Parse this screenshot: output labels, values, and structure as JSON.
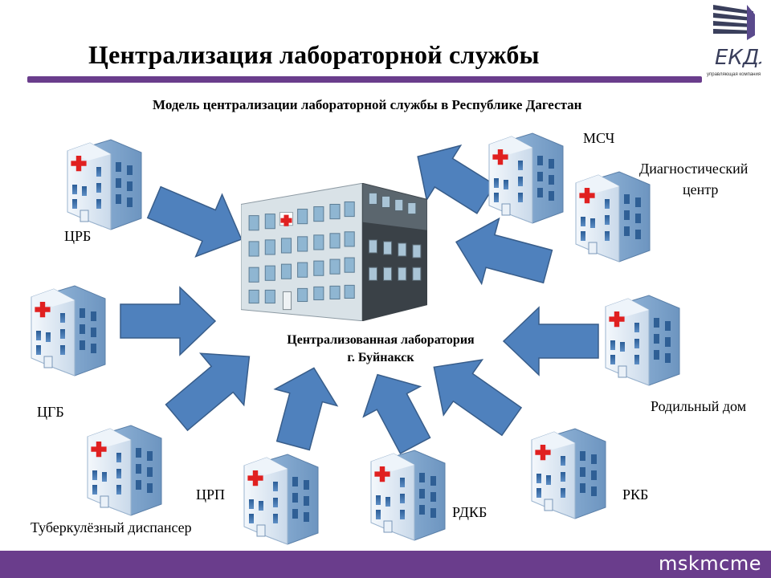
{
  "title": "Централизация лабораторной службы",
  "subtitle": "Модель централизации лабораторной службы в Республике Дагестан",
  "logo": {
    "text": "ЕКДЛ",
    "caption": "управляющая компания"
  },
  "center": {
    "line1": "Централизованная лаборатория",
    "line2": "г. Буйнакск"
  },
  "nodes": {
    "crb": "ЦРБ",
    "cgb": "ЦГБ",
    "tub": "Туберкулёзный диспансер",
    "crp": "ЦРП",
    "rdkb": "РДКБ",
    "rkb": "РКБ",
    "rod": "Родильный дом",
    "diag1": "Диагностический",
    "diag2": "центр",
    "msch": "МСЧ"
  },
  "footer": {
    "brand": "mskmcme"
  },
  "colors": {
    "accent": "#6a3d8c",
    "arrow": "#4f81bd",
    "arrow_border": "#385d8a",
    "cross": "#e02020"
  }
}
